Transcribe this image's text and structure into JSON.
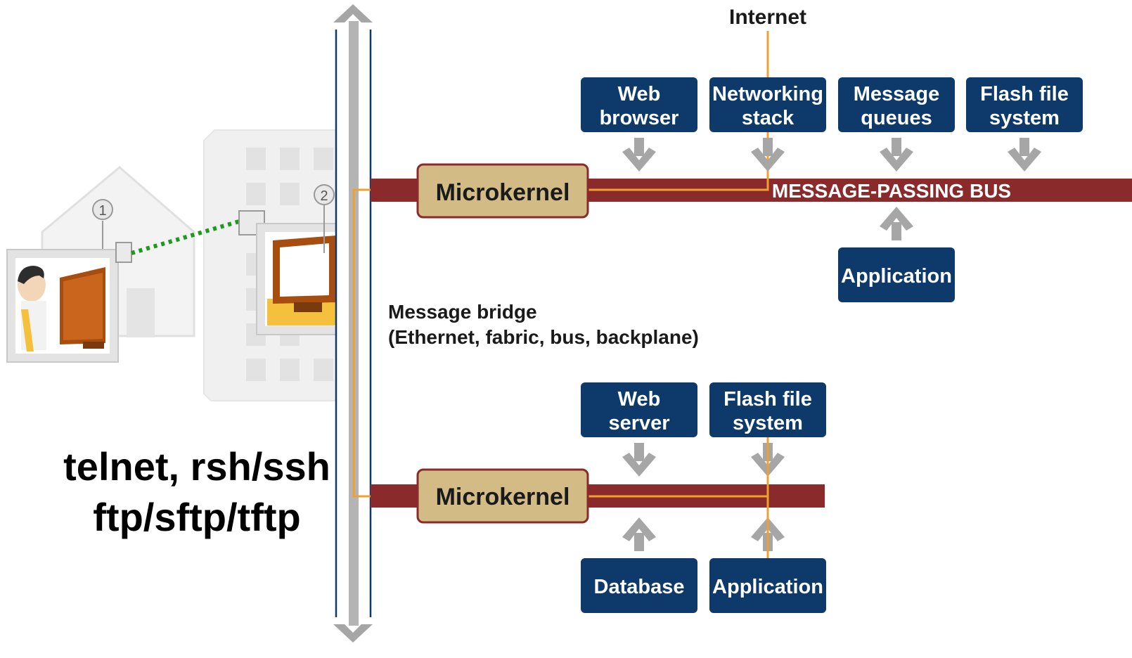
{
  "internet_label": "Internet",
  "bus_label": "MESSAGE-PASSING BUS",
  "bridge": {
    "line1": "Message bridge",
    "line2": "(Ethernet, fabric, bus, backplane)"
  },
  "node1": {
    "microkernel": "Microkernel",
    "services": [
      {
        "line1": "Web",
        "line2": "browser"
      },
      {
        "line1": "Networking",
        "line2": "stack"
      },
      {
        "line1": "Message",
        "line2": "queues"
      },
      {
        "line1": "Flash file",
        "line2": "system"
      }
    ],
    "application": "Application"
  },
  "node2": {
    "microkernel": "Microkernel",
    "services": [
      {
        "line1": "Web",
        "line2": "server"
      },
      {
        "line1": "Flash file",
        "line2": "system"
      }
    ],
    "clients": [
      "Database",
      "Application"
    ]
  },
  "illustration": {
    "marker1": "1",
    "marker2": "2"
  },
  "protocols": {
    "line1": "telnet, rsh/ssh",
    "line2": "ftp/sftp/tftp"
  },
  "colors": {
    "service_box": "#0e3a6b",
    "microkernel_fill": "#d2bb85",
    "bus": "#8b2a2b",
    "wire": "#f0a030",
    "arrow": "#a6a6a6"
  }
}
